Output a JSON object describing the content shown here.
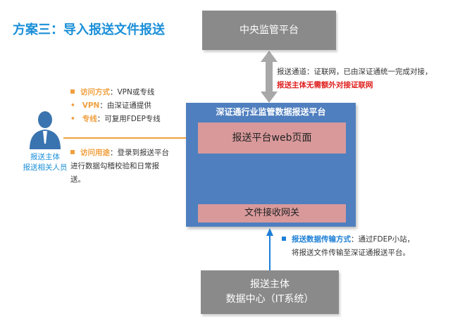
{
  "title": "方案三：导入报送文件报送",
  "central_platform": {
    "label": "中央监管平台"
  },
  "data_center": {
    "line1": "报送主体",
    "line2": "数据中心（IT系统）"
  },
  "platform": {
    "title": "深证通行业监管数据报送平台",
    "web_page": "报送平台web页面",
    "file_gateway": "文件接收网关"
  },
  "channel": {
    "text1": "报送通道：证联网，已由深证通统一完成对接，",
    "text2_red": "报送主体无需额外对接证联网"
  },
  "access": [
    {
      "key": "访问方式",
      "sep": "：",
      "value": "VPN或专线"
    },
    {
      "key": "VPN",
      "sep": "：",
      "value": "由深证通提供"
    },
    {
      "key": "专线",
      "sep": "：",
      "value": "可复用FDEP专线"
    }
  ],
  "usage": {
    "key": "访问用途",
    "sep": "：",
    "line1": "登录到报送平台",
    "line2": "进行数据勾稽校验和日常报",
    "line3": "送。"
  },
  "transfer": {
    "key": "报送数据传输方式",
    "sep": "：",
    "line1": "通过FDEP小站，",
    "line2": "将报送文件传输至深证通报送平台。"
  },
  "user": {
    "line1": "报送主体",
    "line2": "报送相关人员",
    "icon": "person-icon"
  },
  "colors": {
    "title_blue": "#1a8fd8",
    "gray_box": "#8a8a8a",
    "platform_blue": "#4f7fbf",
    "pink_box": "#d9999b",
    "orange": "#f0a040",
    "red": "#e02020"
  }
}
